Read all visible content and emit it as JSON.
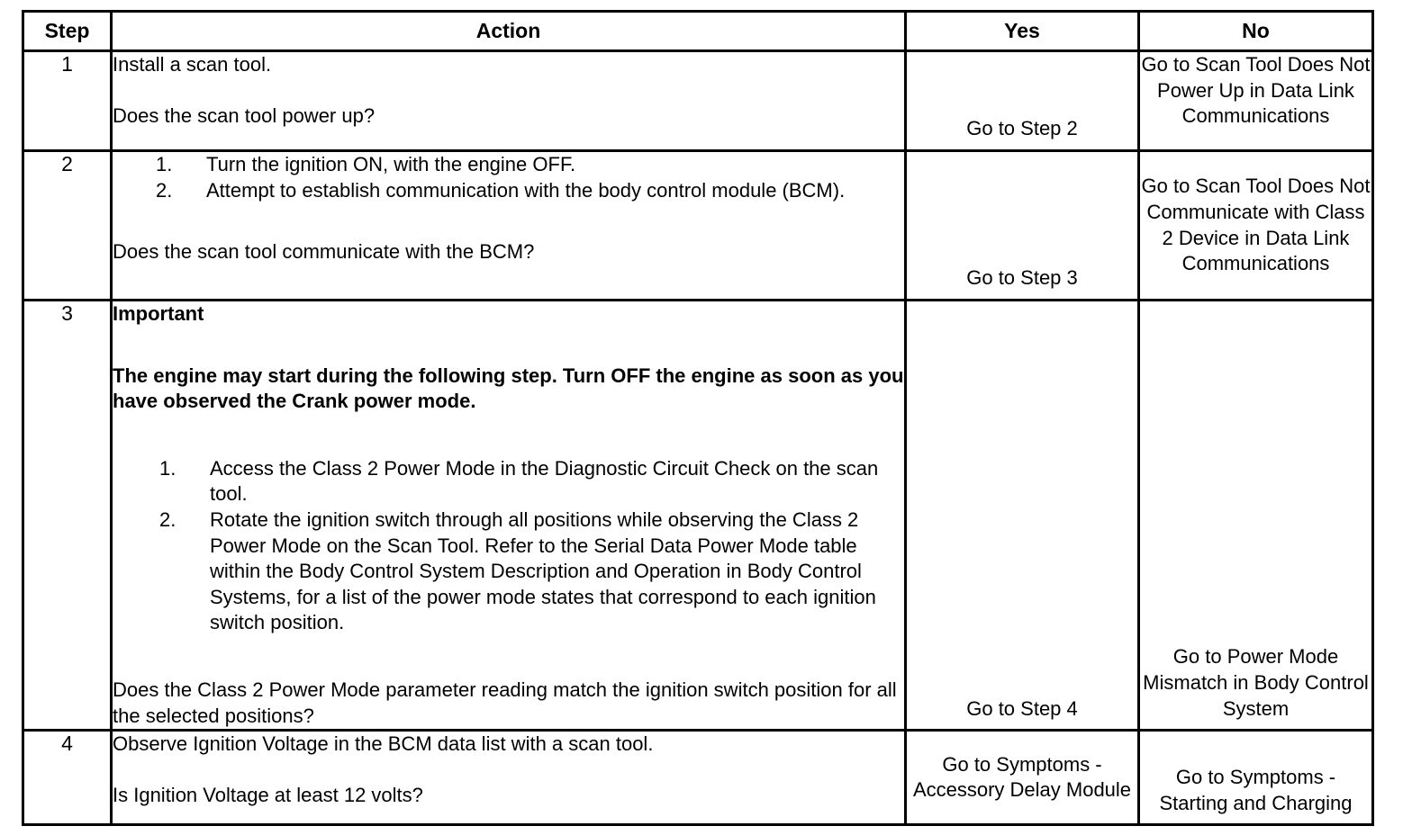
{
  "table": {
    "columns": [
      {
        "key": "step",
        "label": "Step"
      },
      {
        "key": "action",
        "label": "Action"
      },
      {
        "key": "yes",
        "label": "Yes"
      },
      {
        "key": "no",
        "label": "No"
      }
    ],
    "rows": [
      {
        "step": "1",
        "action": {
          "lead": "Install a scan tool.",
          "question": "Does the scan tool power up?"
        },
        "yes": "Go to Step 2",
        "no": "Go to Scan Tool Does Not Power Up in Data Link Communications"
      },
      {
        "step": "2",
        "action": {
          "items": [
            {
              "num": "1.",
              "text": "Turn the ignition ON, with the engine OFF."
            },
            {
              "num": "2.",
              "text": "Attempt to establish communication with the body control module (BCM)."
            }
          ],
          "question": "Does the scan tool communicate with the BCM?"
        },
        "yes": "Go to Step 3",
        "no": "Go to Scan Tool Does Not Communicate with Class 2 Device in Data Link Communications"
      },
      {
        "step": "3",
        "action": {
          "important_title": "Important",
          "important_body": "The engine may start during the following step. Turn OFF the engine as soon as you have observed the Crank power mode.",
          "items": [
            {
              "num": "1.",
              "text": "Access the Class 2 Power Mode in the Diagnostic Circuit Check on the scan tool."
            },
            {
              "num": "2.",
              "text": "Rotate the ignition switch through all positions while observing the Class 2 Power Mode on the Scan Tool. Refer to the Serial Data Power Mode table within the Body Control System Description and Operation in Body Control Systems, for a list of the power mode states that correspond to each ignition switch position."
            }
          ],
          "question": "Does the Class 2 Power Mode parameter reading match the ignition switch position for all the selected positions?"
        },
        "yes": "Go to Step 4",
        "no": "Go to Power Mode Mismatch in Body Control System"
      },
      {
        "step": "4",
        "action": {
          "lead": "Observe Ignition Voltage in the BCM data list with a scan tool.",
          "question": "Is Ignition Voltage at least 12 volts?"
        },
        "yes": "Go to Symptoms - Accessory Delay Module",
        "no": "Go to Symptoms - Starting and Charging"
      }
    ]
  },
  "colors": {
    "border": "#000000",
    "text": "#000000",
    "background": "#ffffff"
  }
}
